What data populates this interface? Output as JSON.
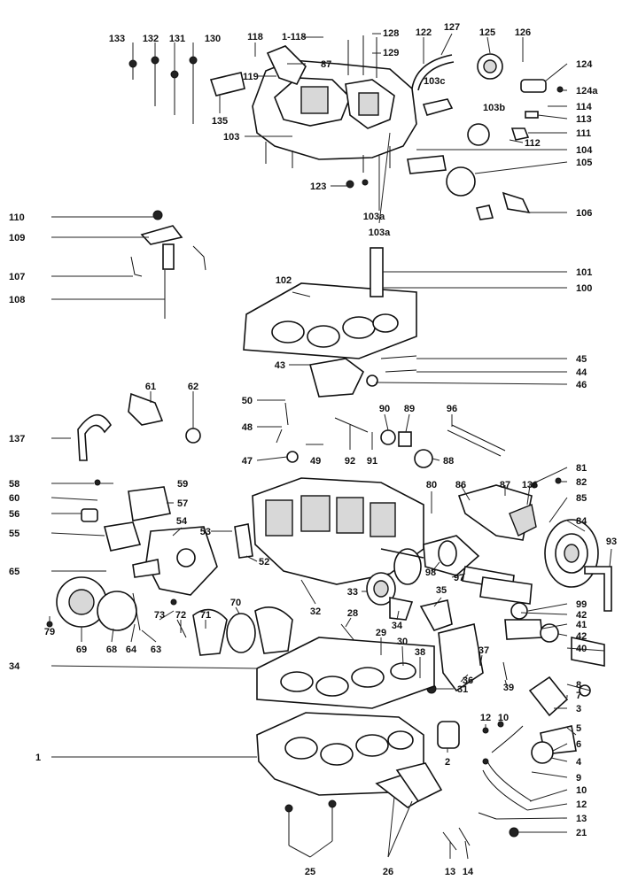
{
  "diagram": {
    "parts": [
      {
        "id": "p133",
        "label": "133"
      },
      {
        "id": "p132",
        "label": "132"
      },
      {
        "id": "p131",
        "label": "131"
      },
      {
        "id": "p130",
        "label": "130"
      },
      {
        "id": "p118a",
        "label": "118"
      },
      {
        "id": "p118b",
        "label": "1-118"
      },
      {
        "id": "p128",
        "label": "128"
      },
      {
        "id": "p122",
        "label": "122"
      },
      {
        "id": "p127",
        "label": "127"
      },
      {
        "id": "p125",
        "label": "125"
      },
      {
        "id": "p126",
        "label": "126"
      },
      {
        "id": "p129",
        "label": "129"
      },
      {
        "id": "p87a",
        "label": "87"
      },
      {
        "id": "p119",
        "label": "119"
      },
      {
        "id": "p103c",
        "label": "103c"
      },
      {
        "id": "p124",
        "label": "124"
      },
      {
        "id": "p124a",
        "label": "124a"
      },
      {
        "id": "p103b",
        "label": "103b"
      },
      {
        "id": "p114",
        "label": "114"
      },
      {
        "id": "p113",
        "label": "113"
      },
      {
        "id": "p111",
        "label": "111"
      },
      {
        "id": "p112",
        "label": "112"
      },
      {
        "id": "p135",
        "label": "135"
      },
      {
        "id": "p103",
        "label": "103"
      },
      {
        "id": "p104",
        "label": "104"
      },
      {
        "id": "p105",
        "label": "105"
      },
      {
        "id": "p123",
        "label": "123"
      },
      {
        "id": "p106",
        "label": "106"
      },
      {
        "id": "p103a1",
        "label": "103a"
      },
      {
        "id": "p103a2",
        "label": "103a"
      },
      {
        "id": "p110",
        "label": "110"
      },
      {
        "id": "p109",
        "label": "109"
      },
      {
        "id": "p107",
        "label": "107"
      },
      {
        "id": "p108",
        "label": "108"
      },
      {
        "id": "p101",
        "label": "101"
      },
      {
        "id": "p100",
        "label": "100"
      },
      {
        "id": "p102",
        "label": "102"
      },
      {
        "id": "p45",
        "label": "45"
      },
      {
        "id": "p44",
        "label": "44"
      },
      {
        "id": "p43",
        "label": "43"
      },
      {
        "id": "p46",
        "label": "46"
      },
      {
        "id": "p61",
        "label": "61"
      },
      {
        "id": "p62",
        "label": "62"
      },
      {
        "id": "p50",
        "label": "50"
      },
      {
        "id": "p48",
        "label": "48"
      },
      {
        "id": "p47",
        "label": "47"
      },
      {
        "id": "p49",
        "label": "49"
      },
      {
        "id": "p92",
        "label": "92"
      },
      {
        "id": "p91",
        "label": "91"
      },
      {
        "id": "p90",
        "label": "90"
      },
      {
        "id": "p89",
        "label": "89"
      },
      {
        "id": "p88",
        "label": "88"
      },
      {
        "id": "p96",
        "label": "96"
      },
      {
        "id": "p137",
        "label": "137"
      },
      {
        "id": "p58",
        "label": "58"
      },
      {
        "id": "p59",
        "label": "59"
      },
      {
        "id": "p60a",
        "label": "60"
      },
      {
        "id": "p57",
        "label": "57"
      },
      {
        "id": "p56",
        "label": "56"
      },
      {
        "id": "p55",
        "label": "55"
      },
      {
        "id": "p54",
        "label": "54"
      },
      {
        "id": "p53",
        "label": "53"
      },
      {
        "id": "p52",
        "label": "52"
      },
      {
        "id": "p65",
        "label": "65"
      },
      {
        "id": "p80",
        "label": "80"
      },
      {
        "id": "p86",
        "label": "86"
      },
      {
        "id": "p87b",
        "label": "87"
      },
      {
        "id": "p136",
        "label": "136"
      },
      {
        "id": "p81",
        "label": "81"
      },
      {
        "id": "p82",
        "label": "82"
      },
      {
        "id": "p85",
        "label": "85"
      },
      {
        "id": "p84",
        "label": "84"
      },
      {
        "id": "p93",
        "label": "93"
      },
      {
        "id": "p98",
        "label": "98"
      },
      {
        "id": "p97",
        "label": "97"
      },
      {
        "id": "p32",
        "label": "32"
      },
      {
        "id": "p33",
        "label": "33"
      },
      {
        "id": "p34a",
        "label": "34"
      },
      {
        "id": "p35",
        "label": "35"
      },
      {
        "id": "p99",
        "label": "99"
      },
      {
        "id": "p42a",
        "label": "42"
      },
      {
        "id": "p41",
        "label": "41"
      },
      {
        "id": "p42b",
        "label": "42"
      },
      {
        "id": "p40",
        "label": "40"
      },
      {
        "id": "p79",
        "label": "79"
      },
      {
        "id": "p69",
        "label": "69"
      },
      {
        "id": "p68",
        "label": "68"
      },
      {
        "id": "p64",
        "label": "64"
      },
      {
        "id": "p63",
        "label": "63"
      },
      {
        "id": "p73",
        "label": "73"
      },
      {
        "id": "p72",
        "label": "72"
      },
      {
        "id": "p71",
        "label": "71"
      },
      {
        "id": "p70",
        "label": "70"
      },
      {
        "id": "p28",
        "label": "28"
      },
      {
        "id": "p29",
        "label": "29"
      },
      {
        "id": "p30",
        "label": "30"
      },
      {
        "id": "p38",
        "label": "38"
      },
      {
        "id": "p36",
        "label": "36"
      },
      {
        "id": "p37",
        "label": "37"
      },
      {
        "id": "p39",
        "label": "39"
      },
      {
        "id": "p31",
        "label": "31"
      },
      {
        "id": "p34b",
        "label": "34"
      },
      {
        "id": "p8",
        "label": "8"
      },
      {
        "id": "p7",
        "label": "7"
      },
      {
        "id": "p3",
        "label": "3"
      },
      {
        "id": "p12a",
        "label": "12"
      },
      {
        "id": "p10a",
        "label": "10"
      },
      {
        "id": "p5",
        "label": "5"
      },
      {
        "id": "p6",
        "label": "6"
      },
      {
        "id": "p1",
        "label": "1"
      },
      {
        "id": "p2",
        "label": "2"
      },
      {
        "id": "p4",
        "label": "4"
      },
      {
        "id": "p9",
        "label": "9"
      },
      {
        "id": "p10b",
        "label": "10"
      },
      {
        "id": "p12b",
        "label": "12"
      },
      {
        "id": "p13a",
        "label": "13"
      },
      {
        "id": "p21",
        "label": "21"
      },
      {
        "id": "p25",
        "label": "25"
      },
      {
        "id": "p26",
        "label": "26"
      },
      {
        "id": "p13b",
        "label": "13"
      },
      {
        "id": "p14",
        "label": "14"
      }
    ]
  }
}
